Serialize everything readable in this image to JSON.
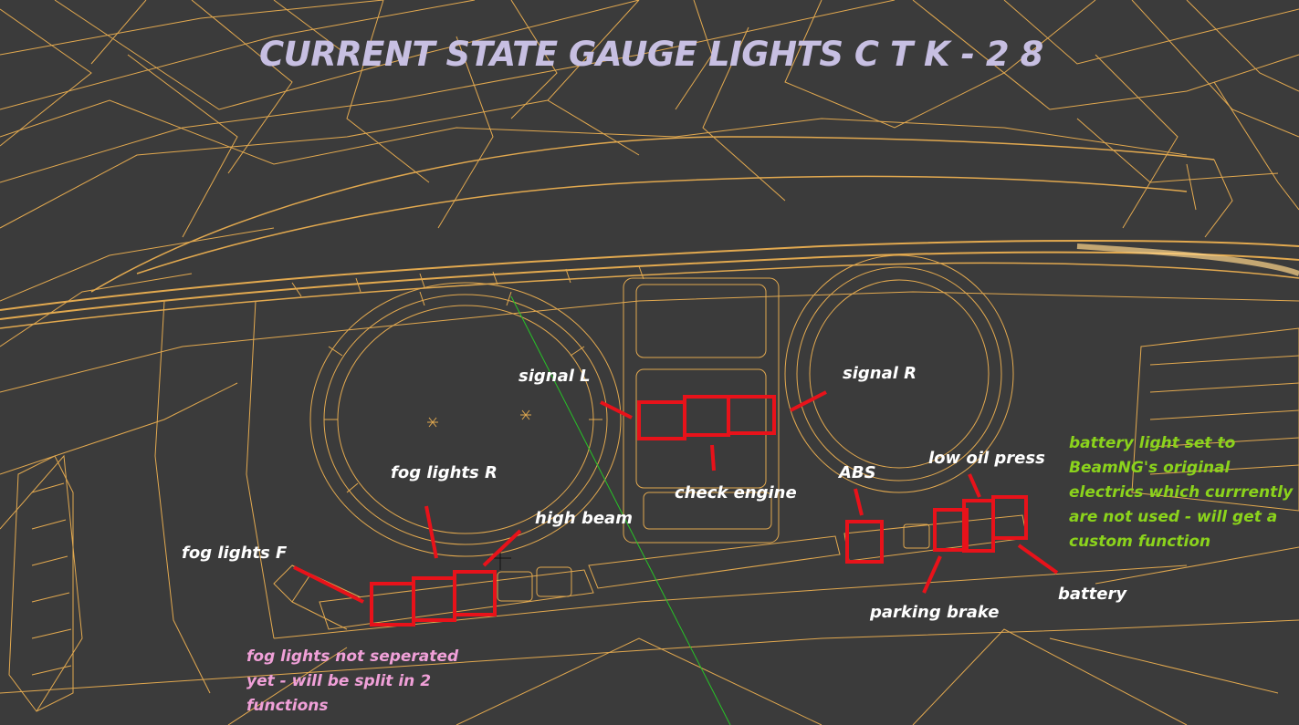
{
  "title": "CURRENT STATE GAUGE LIGHTS  C T K - 2 8",
  "labels": {
    "signal_l": "signal L",
    "signal_r": "signal R",
    "check_engine": "check engine",
    "fog_lights_r": "fog lights R",
    "high_beam": "high beam",
    "fog_lights_f": "fog lights F",
    "abs": "ABS",
    "low_oil_press": "low oil press",
    "parking_brake": "parking brake",
    "battery": "battery"
  },
  "notes": {
    "battery_note": "battery light set to\nBeamNG's original\nelectrics which currrently\nare not used - will get a\ncustom function",
    "fog_note": "fog lights not seperated\nyet - will be split in 2\nfunctions"
  },
  "colors": {
    "background": "#3b3b3b",
    "wireframe": "#f5b552",
    "highlight": "#e8121a",
    "title": "#c7bfe2",
    "note_green": "#8bd31c",
    "note_pink": "#f0a0d8",
    "axis_line": "#27c427"
  }
}
